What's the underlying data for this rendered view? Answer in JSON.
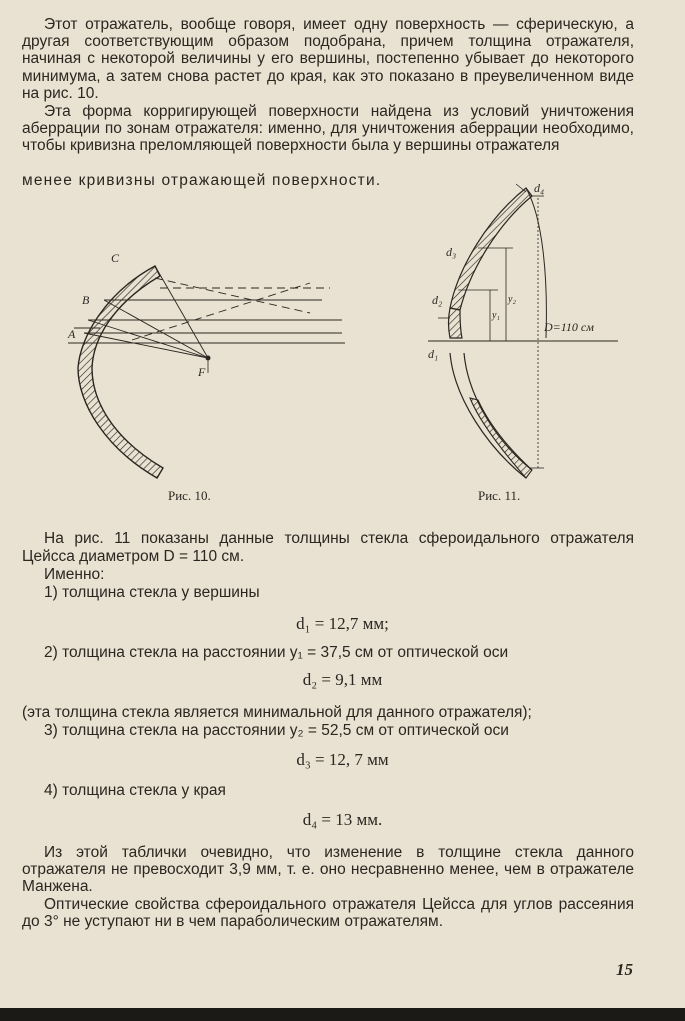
{
  "paragraph_1": "Этот отражатель, вообще говоря, имеет одну поверхность — сферическую, а другая соответствующим образом подобрана, причем толщина отражателя, начиная с некоторой величины у его вершины, постепенно убывает до некоторого минимума, а затем снова растет до края, как это показано в преувеличенном виде на рис. 10.",
  "paragraph_2_full": "Эта форма корригирующей поверхности найдена из условий уничтожения аберрации по зонам отражателя: именно, для уничтожения аберрации необходимо, чтобы кривизна преломляющей поверхности была у вершины отражателя",
  "paragraph_2_tail": "менее кривизны отражающей поверхности.",
  "figure_10": {
    "caption": "Рис. 10.",
    "labels": {
      "c": "C",
      "b": "B",
      "a": "A",
      "f": "F"
    }
  },
  "figure_11": {
    "caption": "Рис. 11.",
    "labels": {
      "d1": "d₁",
      "d2": "d₂",
      "d3": "d₃",
      "d4": "d₄",
      "y1": "y₁",
      "y2": "y₂",
      "diameter": "D=110 см"
    }
  },
  "paragraph_3": "На рис. 11 показаны данные толщины стекла сфероидального отражателя Цейсса диаметром D = 110 см.",
  "namely": "Именно:",
  "item_1": "1) толщина стекла у вершины",
  "eq_1": "d₁ = 12,7 мм;",
  "item_2": "2) толщина стекла на расстоянии y₁ = 37,5 см от оптической оси",
  "eq_2": "d₂ = 9,1 мм",
  "note_2": "(эта толщина стекла является минимальной для данного отражателя);",
  "item_3": "3) толщина стекла на расстоянии y₂ = 52,5 см от оптической оси",
  "eq_3": "d₃ = 12, 7 мм",
  "item_4": "4) толщина стекла у края",
  "eq_4": "d₄ = 13 мм.",
  "paragraph_4": "Из этой таблички очевидно, что изменение в толщине стекла данного отражателя не превосходит 3,9 мм, т. е. оно несравненно менее, чем в отражателе Манжена.",
  "paragraph_5": "Оптические свойства сфероидального отражателя Цейсса для углов рассеяния до 3° не уступают ни в чем параболическим отражателям.",
  "page_number": "15",
  "colors": {
    "paper": "#e9e2d2",
    "ink": "#2b2620"
  }
}
